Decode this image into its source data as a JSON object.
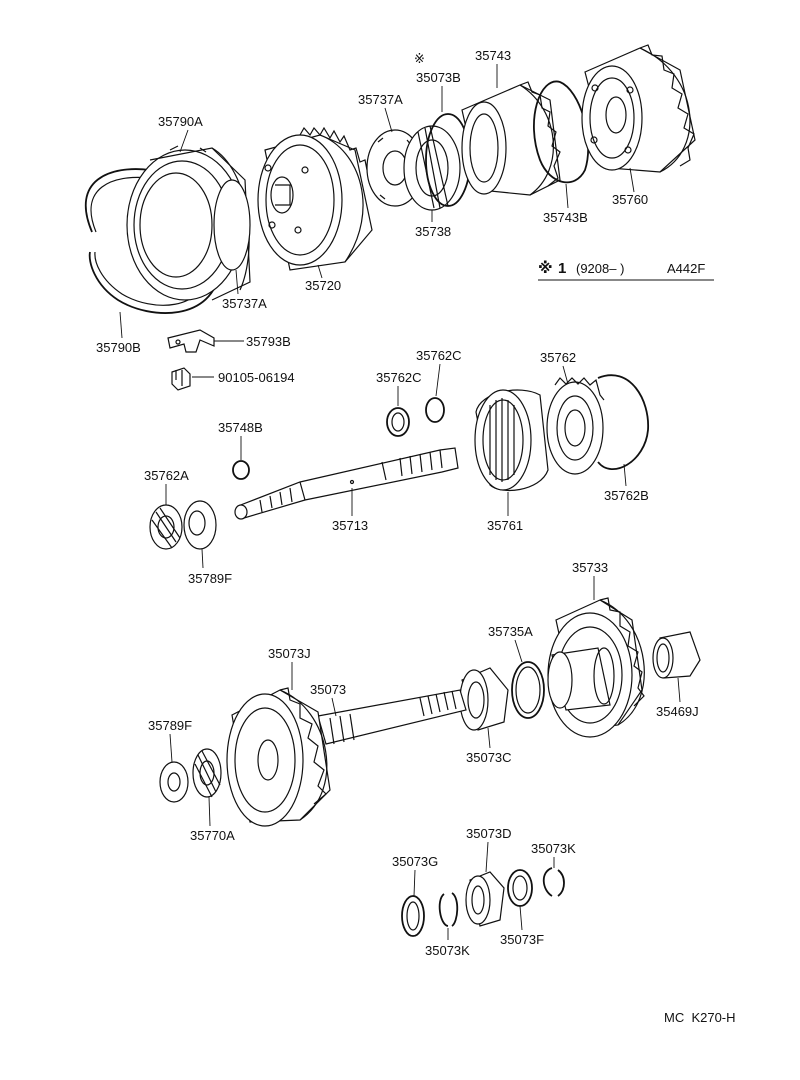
{
  "diagram": {
    "note": {
      "symbol": "※",
      "number": "1",
      "range": "(9208–      )",
      "code": "A442F"
    },
    "footer": "MC  K270-H",
    "parts": {
      "p35743": "35743",
      "p35073B": "35073B",
      "p35073B_mark": "※",
      "p35737A_top": "35737A",
      "p35790A": "35790A",
      "p35760": "35760",
      "p35743B": "35743B",
      "p35738": "35738",
      "p35720": "35720",
      "p35737A_bot": "35737A",
      "p35790B": "35790B",
      "p35793B": "35793B",
      "p90105": "90105-06194",
      "p35762C_a": "35762C",
      "p35762C_b": "35762C",
      "p35762": "35762",
      "p35748B": "35748B",
      "p35762A": "35762A",
      "p35713": "35713",
      "p35761": "35761",
      "p35762B": "35762B",
      "p35789F_top": "35789F",
      "p35733": "35733",
      "p35735A": "35735A",
      "p35073J": "35073J",
      "p35073": "35073",
      "p35469J": "35469J",
      "p35789F_bot": "35789F",
      "p35073C": "35073C",
      "p35770A": "35770A",
      "p35073D": "35073D",
      "p35073G": "35073G",
      "p35073K_a": "35073K",
      "p35073K_b": "35073K",
      "p35073F": "35073F"
    }
  }
}
